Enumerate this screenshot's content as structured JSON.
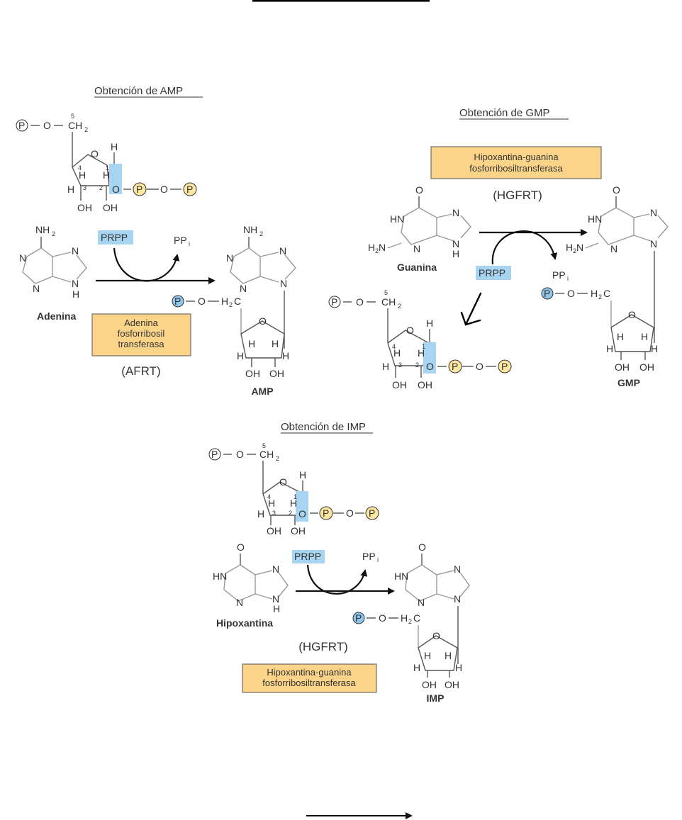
{
  "page": {
    "top_rule": true,
    "bottom_arrow": true
  },
  "colors": {
    "enzyme_box": "#fbd48a",
    "highlight_blue": "#a7d4f0",
    "phosphate_yellow": "#fde7a0",
    "phosphate_blue": "#8fc6ec",
    "text": "#333333"
  },
  "sections": {
    "amp": {
      "title": "Obtención de AMP",
      "substrate": "Adenina",
      "cosubstrate": "PRPP",
      "byproduct": "PP",
      "byproduct_sub": "i",
      "enzyme_lines": [
        "Adenina",
        "fosforribosil",
        "transferasa"
      ],
      "enzyme_abbr": "(AFRT)",
      "product": "AMP"
    },
    "gmp": {
      "title": "Obtención de GMP",
      "substrate": "Guanina",
      "cosubstrate": "PRPP",
      "byproduct": "PP",
      "byproduct_sub": "i",
      "enzyme_lines": [
        "Hipoxantina-guanina",
        "fosforribosiltransferasa"
      ],
      "enzyme_abbr": "(HGFRT)",
      "product": "GMP"
    },
    "imp": {
      "title": "Obtención de IMP",
      "substrate": "Hipoxantina",
      "cosubstrate": "PRPP",
      "byproduct": "PP",
      "byproduct_sub": "i",
      "enzyme_lines": [
        "Hipoxantina-guanina",
        "fosforribosiltransferasa"
      ],
      "enzyme_abbr": "(HGFRT)",
      "product": "IMP"
    }
  },
  "atoms": {
    "P": "P",
    "O": "O",
    "H": "H",
    "OH": "OH",
    "N": "N",
    "HN": "HN",
    "NH2": "NH",
    "two": "2",
    "H2N": "H",
    "CH": "CH",
    "H2C": "H",
    "C": "C",
    "n1": "1",
    "n2": "2",
    "n3": "3",
    "n4": "4",
    "n5": "5"
  }
}
